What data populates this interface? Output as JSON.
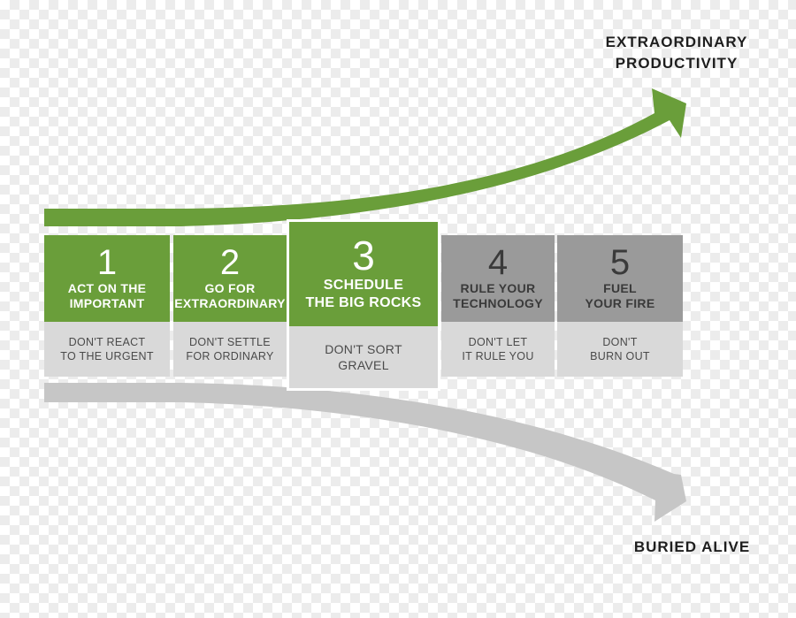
{
  "outcomes": {
    "top_line1": "EXTRAORDINARY",
    "top_line2": "PRODUCTIVITY",
    "bottom": "BURIED ALIVE"
  },
  "colors": {
    "green": "#6a9e3a",
    "gray": "#9a9a9a",
    "light_gray": "#d9d9d9"
  },
  "steps": [
    {
      "number": "1",
      "title_line1": "ACT ON THE",
      "title_line2": "IMPORTANT",
      "sub_line1": "DON'T REACT",
      "sub_line2": "TO THE URGENT"
    },
    {
      "number": "2",
      "title_line1": "GO FOR",
      "title_line2": "EXTRAORDINARY",
      "sub_line1": "DON'T SETTLE",
      "sub_line2": "FOR ORDINARY"
    },
    {
      "number": "3",
      "title_line1": "SCHEDULE",
      "title_line2": "THE BIG ROCKS",
      "sub_line1": "DON'T SORT",
      "sub_line2": "GRAVEL"
    },
    {
      "number": "4",
      "title_line1": "RULE YOUR",
      "title_line2": "TECHNOLOGY",
      "sub_line1": "DON'T LET",
      "sub_line2": "IT RULE YOU"
    },
    {
      "number": "5",
      "title_line1": "FUEL",
      "title_line2": "YOUR FIRE",
      "sub_line1": "DON'T",
      "sub_line2": "BURN OUT"
    }
  ]
}
